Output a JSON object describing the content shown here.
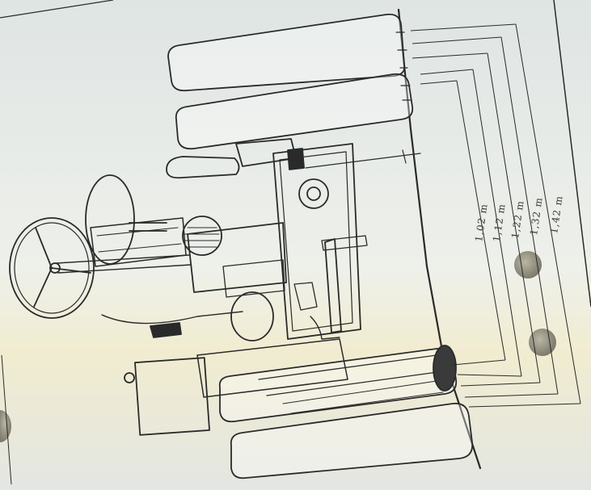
{
  "drawing": {
    "subject": "",
    "paper_color": "#e8ebe6",
    "ink_color": "#2a2a2a",
    "highlight_color": "#efe9c8",
    "hole_color": "#8c8a7a"
  },
  "dimensions": {
    "labels": [
      "1,02 m",
      "1,12 m",
      "1,22 m",
      "1,32 m",
      "1,42 m"
    ]
  }
}
